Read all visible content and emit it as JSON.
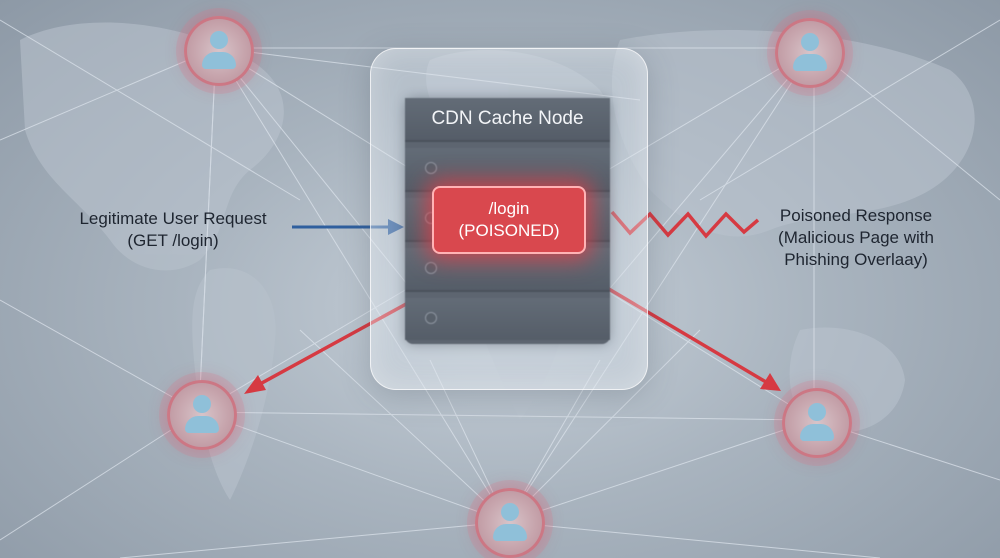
{
  "diagram": {
    "cdn_node_title": "CDN Cache Node",
    "poisoned_entry": {
      "line1": "/login",
      "line2": "(POISONED)"
    },
    "left_label": {
      "line1": "Legitimate User Request",
      "line2": "(GET /login)"
    },
    "right_label": {
      "line1": "Poisoned Response",
      "line2": "(Malicious Page with",
      "line3": "Phishing Overlaay)"
    },
    "users": [
      "user-top-left",
      "user-top-right",
      "user-mid-left",
      "user-mid-right",
      "user-bottom"
    ],
    "colors": {
      "poison_red": "#d9484e",
      "request_blue": "#2f5f9e",
      "arrow_red": "#d63a42",
      "user_icon": "#8fc0d9"
    }
  }
}
